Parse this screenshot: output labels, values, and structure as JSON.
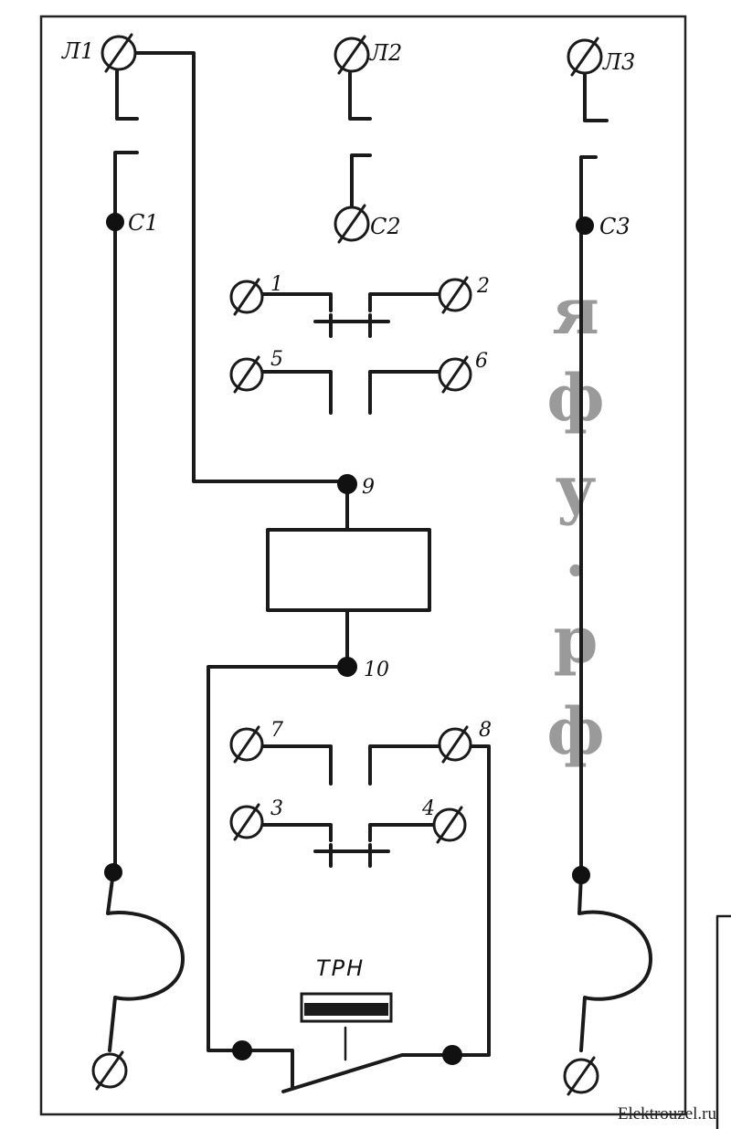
{
  "labels": {
    "L1": "Л1",
    "L2": "Л2",
    "L3": "Л3",
    "C1": "С1",
    "C2": "С2",
    "C3": "С3",
    "t1": "1",
    "t2": "2",
    "t3": "3",
    "t4": "4",
    "t5": "5",
    "t6": "6",
    "t7": "7",
    "t8": "8",
    "t9": "9",
    "t10": "10",
    "trn": "ТРН"
  },
  "watermark": [
    "я",
    "ф",
    "у",
    ".",
    "р",
    "ф"
  ],
  "credit": "Elektrouzel.ru",
  "colors": {
    "ink": "#1a1a1a",
    "watermark": "#9a9a9a",
    "background": "#ffffff"
  }
}
